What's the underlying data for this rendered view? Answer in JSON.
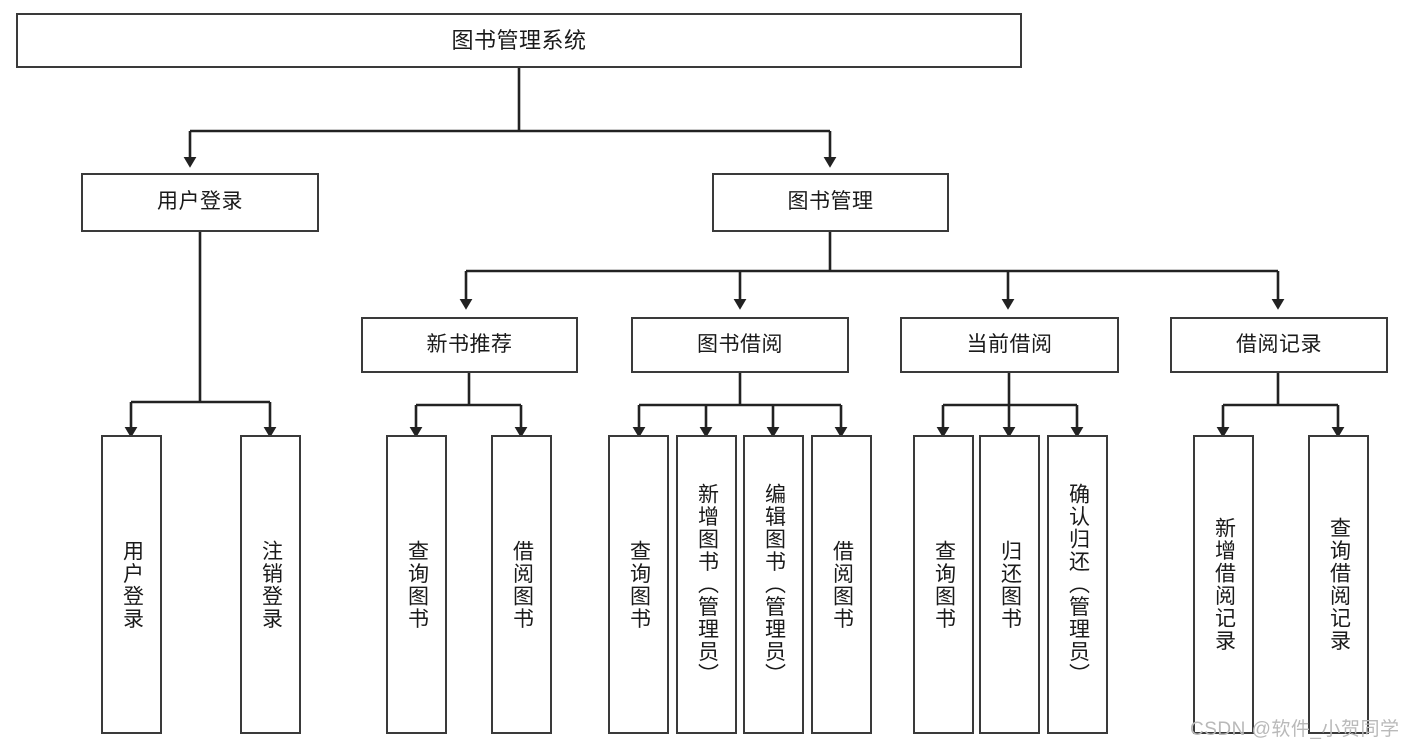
{
  "diagram": {
    "type": "tree",
    "title": "图书管理系统",
    "watermark": "CSDN @软件_小贺同学",
    "colors": {
      "box_border": "#3a3a3a",
      "box_fill": "#ffffff",
      "connector": "#222222",
      "text": "#1a1a1a",
      "watermark": "#b9b9b9",
      "background": "#ffffff"
    },
    "levels": {
      "root": "图书管理系统",
      "level1": [
        "用户登录",
        "图书管理"
      ],
      "level2": [
        "新书推荐",
        "图书借阅",
        "当前借阅",
        "借阅记录"
      ],
      "level3": [
        "用户登录",
        "注销登录",
        "查询图书",
        "借阅图书",
        "查询图书",
        "新增图书（管理员）",
        "编辑图书（管理员）",
        "借阅图书",
        "查询图书",
        "归还图书",
        "确认归还（管理员）",
        "新增借阅记录",
        "查询借阅记录"
      ]
    },
    "nodes": {
      "root": {
        "label": "图书管理系统"
      },
      "user_login": {
        "label": "用户登录"
      },
      "book_manage": {
        "label": "图书管理"
      },
      "new_book_rec": {
        "label": "新书推荐"
      },
      "book_borrow": {
        "label": "图书借阅"
      },
      "current_borrow": {
        "label": "当前借阅"
      },
      "borrow_record": {
        "label": "借阅记录"
      },
      "leaf_user_login": {
        "label": "用户登录"
      },
      "leaf_user_logout": {
        "label": "注销登录"
      },
      "leaf_query_book_1": {
        "label": "查询图书"
      },
      "leaf_borrow_book_1": {
        "label": "借阅图书"
      },
      "leaf_query_book_2": {
        "label": "查询图书"
      },
      "leaf_add_book": {
        "label": "新增图书（管理员）"
      },
      "leaf_edit_book": {
        "label": "编辑图书（管理员）"
      },
      "leaf_borrow_book_2": {
        "label": "借阅图书"
      },
      "leaf_query_book_3": {
        "label": "查询图书"
      },
      "leaf_return_book": {
        "label": "归还图书"
      },
      "leaf_confirm_return": {
        "label": "确认归还（管理员）"
      },
      "leaf_add_record": {
        "label": "新增借阅记录"
      },
      "leaf_query_record": {
        "label": "查询借阅记录"
      }
    },
    "edges": [
      {
        "from": "root",
        "to": "user_login"
      },
      {
        "from": "root",
        "to": "book_manage"
      },
      {
        "from": "user_login",
        "to": "leaf_user_login"
      },
      {
        "from": "user_login",
        "to": "leaf_user_logout"
      },
      {
        "from": "book_manage",
        "to": "new_book_rec"
      },
      {
        "from": "book_manage",
        "to": "book_borrow"
      },
      {
        "from": "book_manage",
        "to": "current_borrow"
      },
      {
        "from": "book_manage",
        "to": "borrow_record"
      },
      {
        "from": "new_book_rec",
        "to": "leaf_query_book_1"
      },
      {
        "from": "new_book_rec",
        "to": "leaf_borrow_book_1"
      },
      {
        "from": "book_borrow",
        "to": "leaf_query_book_2"
      },
      {
        "from": "book_borrow",
        "to": "leaf_add_book"
      },
      {
        "from": "book_borrow",
        "to": "leaf_edit_book"
      },
      {
        "from": "book_borrow",
        "to": "leaf_borrow_book_2"
      },
      {
        "from": "current_borrow",
        "to": "leaf_query_book_3"
      },
      {
        "from": "current_borrow",
        "to": "leaf_return_book"
      },
      {
        "from": "current_borrow",
        "to": "leaf_confirm_return"
      },
      {
        "from": "borrow_record",
        "to": "leaf_add_record"
      },
      {
        "from": "borrow_record",
        "to": "leaf_query_record"
      }
    ]
  }
}
